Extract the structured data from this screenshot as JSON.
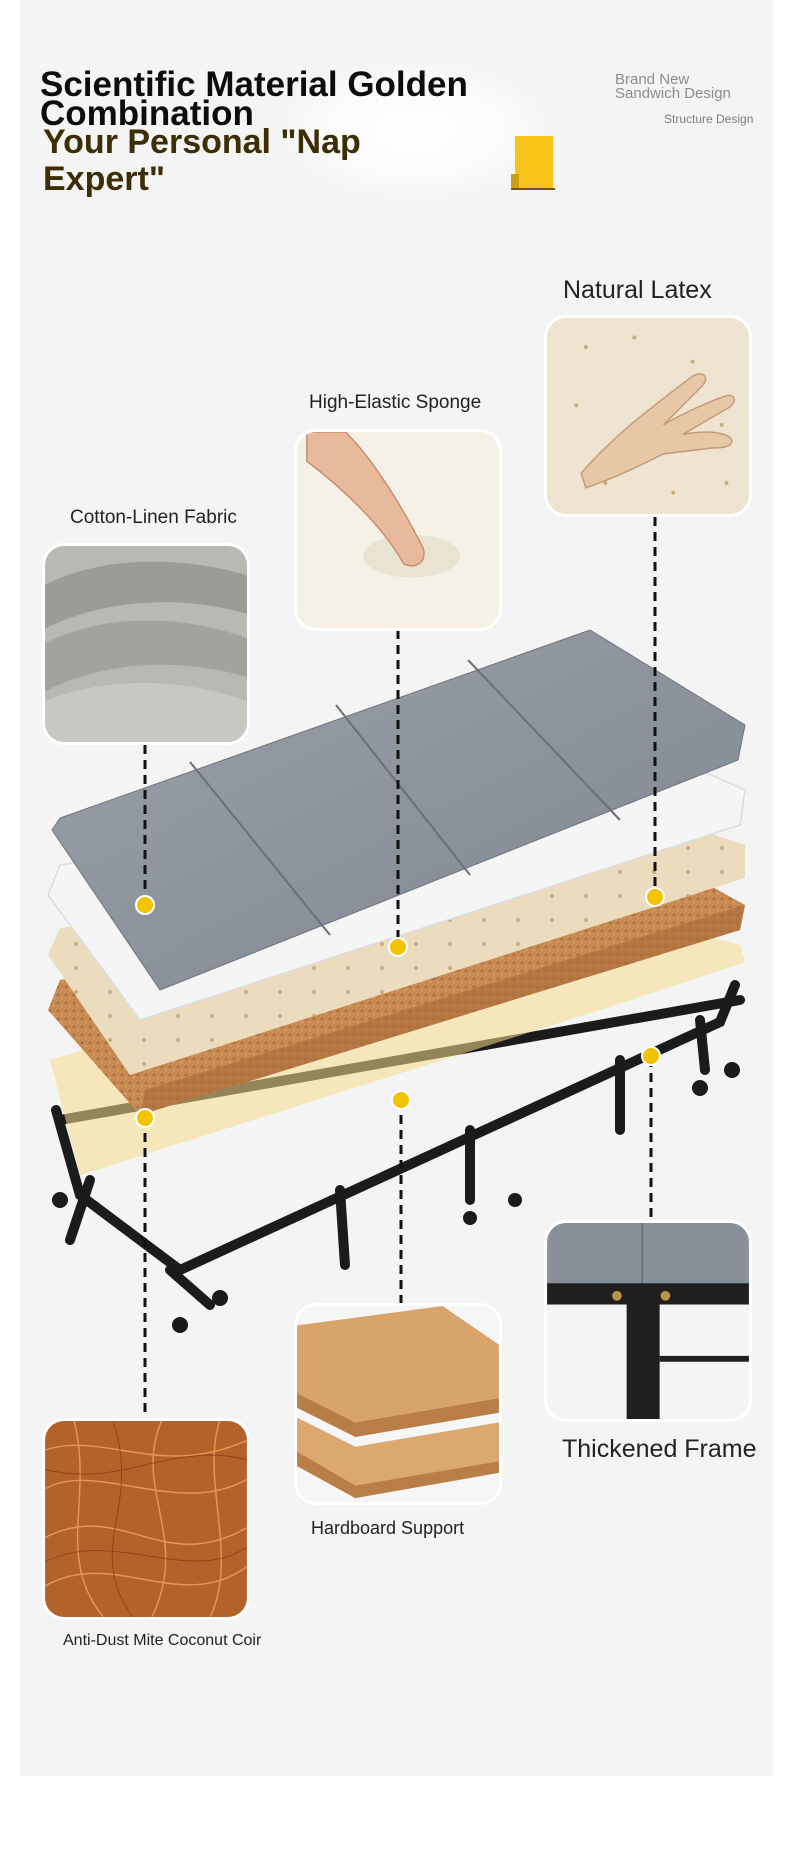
{
  "header": {
    "headline": "Scientific Material Golden Combination",
    "subheadline": "Your Personal \"Nap Expert\"",
    "badge_line1": "Brand New Sandwich Design",
    "badge_line2": "Structure Design"
  },
  "layers": {
    "latex": "Natural Latex",
    "sponge": "High-Elastic Sponge",
    "fabric": "Cotton-Linen Fabric",
    "frame": "Thickened Frame",
    "board": "Hardboard Support",
    "coir": "Anti-Dust Mite Coconut Coir"
  },
  "colors": {
    "background": "#f4f4f4",
    "headline": "#0c0c0c",
    "subheadline": "#3e2e05",
    "marker": "#f2c300",
    "fabric": "#8e949d",
    "frame": "#1e1e1e"
  }
}
